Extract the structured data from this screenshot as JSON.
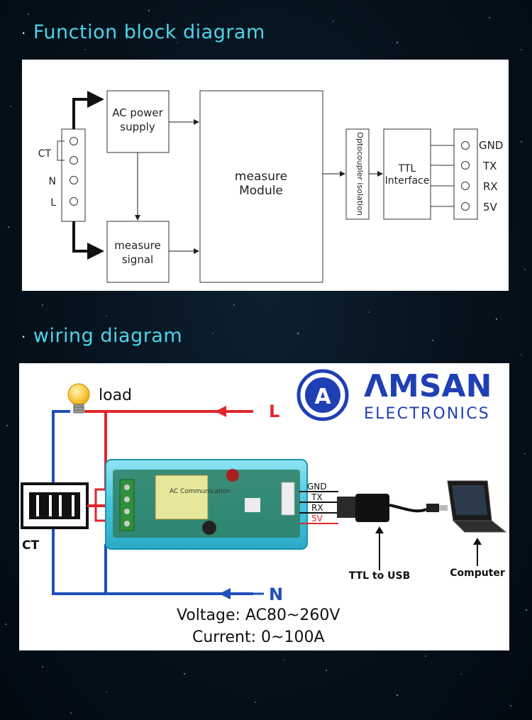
{
  "sections": {
    "function_block_title": "Function block diagram",
    "wiring_title": "wiring diagram"
  },
  "block_diagram": {
    "ac_power_line1": "AC power",
    "ac_power_line2": "supply",
    "measure_signal_line1": "measure",
    "measure_signal_line2": "signal",
    "module_line1": "measure",
    "module_line2": "Module",
    "optocoupler": "Optocoupler isolation",
    "ttl_line1": "TTL",
    "ttl_line2": "Interface",
    "terminal_ct": "CT",
    "terminal_n": "N",
    "terminal_l": "L",
    "pins": [
      "GND",
      "TX",
      "RX",
      "5V"
    ]
  },
  "wiring": {
    "load_label": "load",
    "l_label": "L",
    "n_label": "N",
    "ct_label": "CT",
    "wire_labels": [
      "GND",
      "TX",
      "RX",
      "5V"
    ],
    "module_text": "AC Communication",
    "ttl_usb_label": "TTL to USB",
    "computer_label": "Computer",
    "voltage_label": "Voltage: AC80~260V",
    "current_label": "Current: 0~100A",
    "brand_letter": "A",
    "brand_name": "ΛMSAN",
    "brand_sub": "ELECTRONICS"
  },
  "colors": {
    "title_cyan": "#4fd3ea",
    "live_red": "#e0262a",
    "neutral_blue": "#1f4fb8",
    "brand_blue": "#1f3fb4",
    "module_cyan": "#49c6de"
  }
}
